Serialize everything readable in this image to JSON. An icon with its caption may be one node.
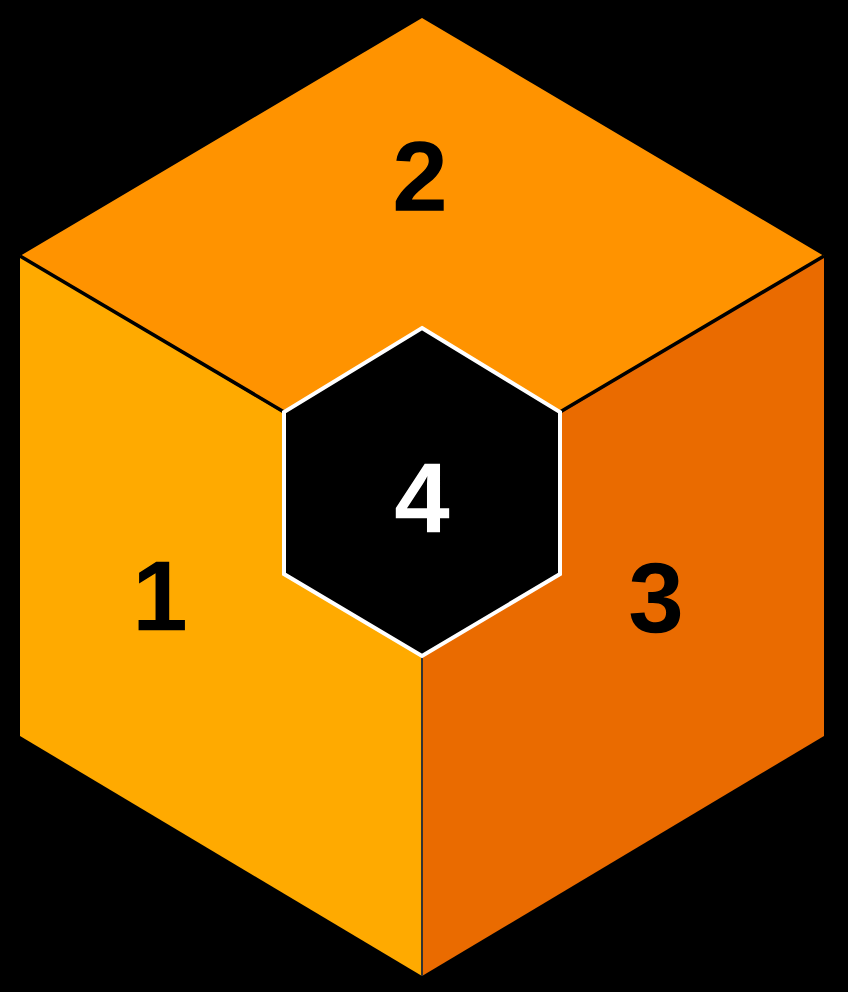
{
  "diagram": {
    "nodes": [
      {
        "text": [
          "1"
        ]
      },
      {
        "text": [
          "2"
        ]
      },
      {
        "text": [
          "3"
        ]
      },
      {
        "text": [
          "4"
        ]
      }
    ]
  }
}
